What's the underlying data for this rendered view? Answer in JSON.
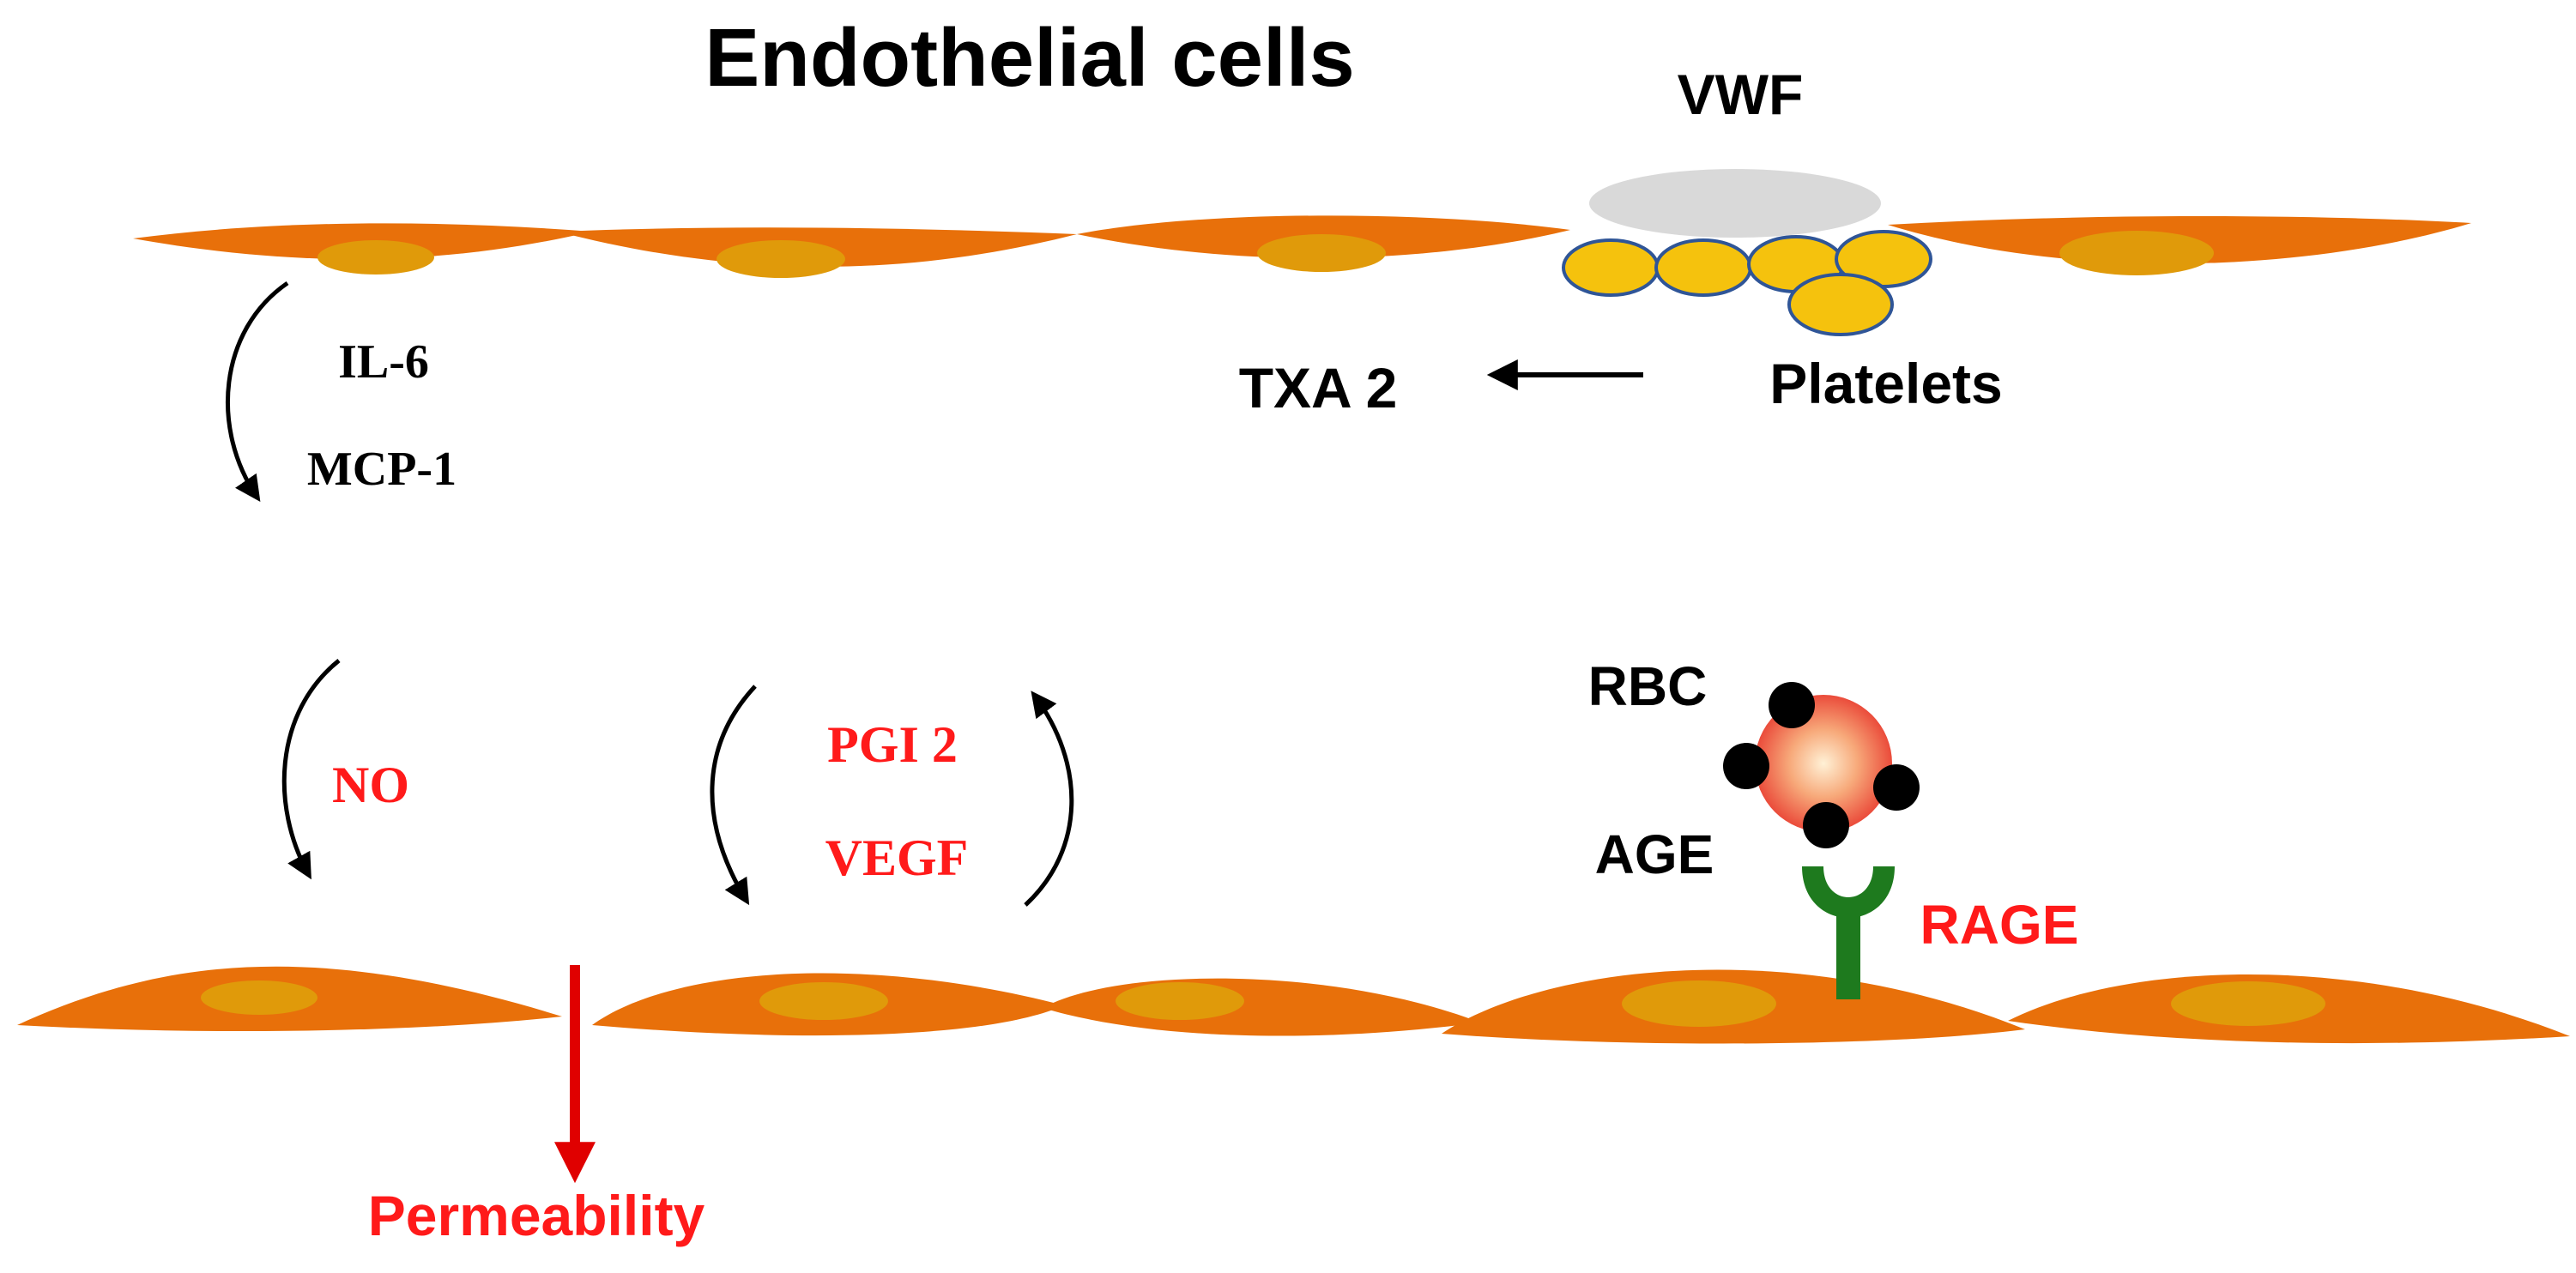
{
  "diagram": {
    "title": "Endothelial cells",
    "labels": {
      "vwf": "VWF",
      "il6": "IL-6",
      "mcp1": "MCP-1",
      "txa2": "TXA 2",
      "platelets": "Platelets",
      "no": "NO",
      "pgi2": "PGI 2",
      "vegf": "VEGF",
      "rbc": "RBC",
      "age": "AGE",
      "rage": "RAGE",
      "permeability": "Permeability"
    },
    "colors": {
      "cell_body": "#e8700a",
      "nucleus": "#e09a0a",
      "vwf": "#d9d9d9",
      "platelet_fill": "#f5c20d",
      "platelet_stroke": "#2f5597",
      "rbc": "#e8392e",
      "age_dot": "#000000",
      "rage_receptor": "#1e7a1e",
      "text_black": "#000000",
      "text_red": "#ff1a1a",
      "arrow_red": "#e00000"
    }
  }
}
